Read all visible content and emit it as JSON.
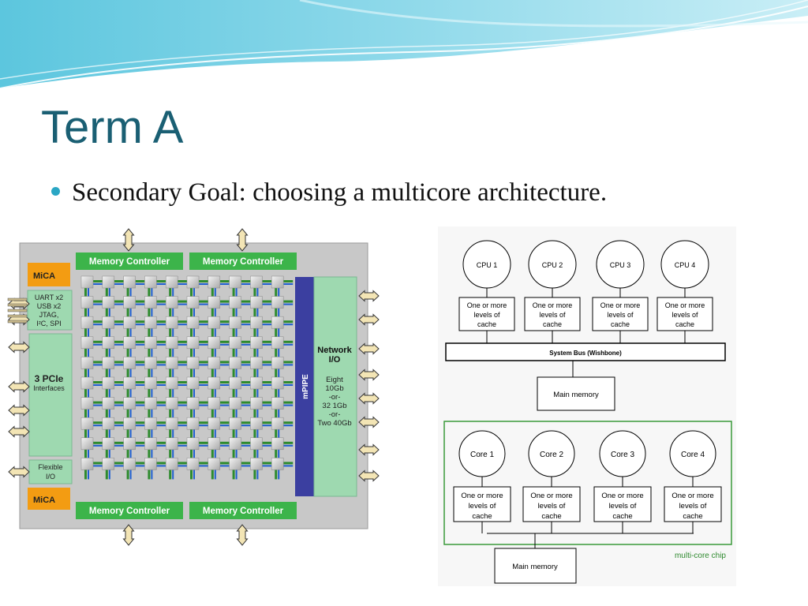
{
  "slide": {
    "title": "Term A",
    "bullet": "Secondary Goal: choosing a multicore architecture."
  },
  "colors": {
    "title": "#1a5f73",
    "bullet_dot": "#2aa6c4",
    "memory_controller": "#3cb44a",
    "mica": "#f39c12",
    "io_panel": "#9ed9b0",
    "mpipe": "#3b3fa0",
    "chip_border": "#3a9a3a"
  },
  "tile_diagram": {
    "memory_controllers": [
      "Memory Controller",
      "Memory Controller",
      "Memory Controller",
      "Memory Controller"
    ],
    "mica_top": "MiCA",
    "mica_bottom": "MiCA",
    "uart_lines": [
      "UART x2",
      "USB x2",
      "JTAG,",
      "I²C, SPI"
    ],
    "pcie_title": "3 PCIe",
    "pcie_sub": "Interfaces",
    "flexible_lines": [
      "Flexible",
      "I/O"
    ],
    "mpipe": "mPIPE",
    "network_title_lines": [
      "Network",
      "I/O"
    ],
    "network_lines": [
      "Eight",
      "10Gb",
      "-or-",
      "32 1Gb",
      "-or-",
      "Two 40Gb"
    ]
  },
  "bus_diagram": {
    "cpus": [
      "CPU 1",
      "CPU 2",
      "CPU 3",
      "CPU 4"
    ],
    "cache_lines": [
      "One or more",
      "levels of",
      "cache"
    ],
    "system_bus": "System Bus (Wishbone)",
    "main_memory": "Main memory"
  },
  "multicore_diagram": {
    "cores": [
      "Core 1",
      "Core 2",
      "Core 3",
      "Core 4"
    ],
    "cache_lines": [
      "One or more",
      "levels of",
      "cache"
    ],
    "main_memory": "Main memory",
    "chip_label": "multi-core chip"
  }
}
